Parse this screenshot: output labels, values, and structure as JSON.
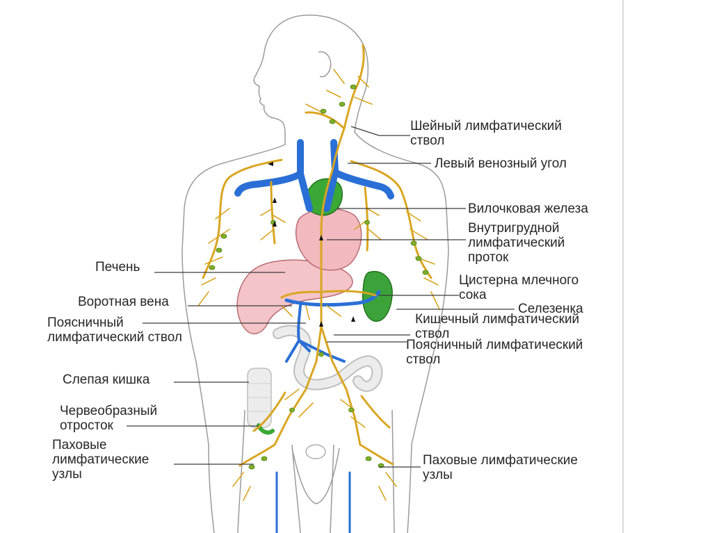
{
  "labels": {
    "cervical_trunk_1": "Шейный лимфатический",
    "cervical_trunk_2": "ствол",
    "venous_angle": "Левый венозный угол",
    "thymus": "Вилочковая железа",
    "thoracic_duct_1": "Внутригрудной",
    "thoracic_duct_2": "лимфатический",
    "thoracic_duct_3": "проток",
    "liver": "Печень",
    "cisterna_1": "Цистерна млечного",
    "cisterna_2": "сока",
    "portal_vein": "Воротная вена",
    "spleen": "Селезенка",
    "lumbar_left_1": "Поясничный",
    "lumbar_left_2": "лимфатический ствол",
    "intestinal_1": "Кишечный лимфатический",
    "intestinal_2": "ствол",
    "lumbar_right_1": "Поясничный лимфатический",
    "lumbar_right_2": "ствол",
    "cecum": "Слепая кишка",
    "appendix_1": "Червеобразный",
    "appendix_2": "отросток",
    "inguinal_left_1": "Паховые",
    "inguinal_left_2": "лимфатические",
    "inguinal_left_3": "узлы",
    "inguinal_right_1": "Паховые лимфатические",
    "inguinal_right_2": "узлы"
  },
  "colors": {
    "lymph": "#d9a520",
    "vein": "#2a6fd6",
    "node": "#7fb02a",
    "thymus": "#3aa835",
    "heart": "#f2b9be",
    "liver": "#f4c4c8",
    "spleen": "#3ca33a",
    "intestine": "#e8e8e8",
    "body_outline": "#9a9a9a"
  }
}
